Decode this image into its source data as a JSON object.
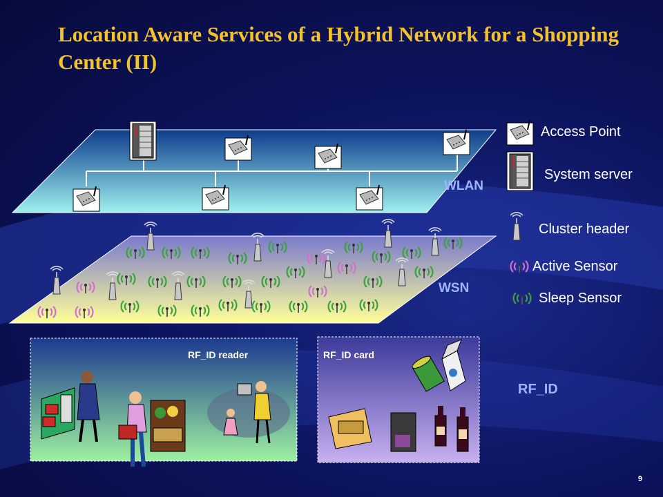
{
  "slide": {
    "title": "Location Aware Services of a Hybrid Network for a Shopping Center (II)",
    "page_number": "9"
  },
  "layers": {
    "wlan": "WLAN",
    "wsn": "WSN",
    "rfid": "RF_ID"
  },
  "legend": {
    "access_point": "Access Point",
    "system_server": "System server",
    "cluster_header": "Cluster header",
    "active_sensor": "Active Sensor",
    "sleep_sensor": "Sleep Sensor"
  },
  "panels": {
    "reader_caption": "RF_ID reader",
    "card_caption": "RF_ID card"
  },
  "colors": {
    "title": "#f2c230",
    "active_sensor": "#d070c8",
    "sleep_sensor": "#3aa23a",
    "wlan_plane_top": "#0e3c8c",
    "wlan_plane_bottom": "#9ff0f0",
    "wsn_plane_top": "#7a7acd",
    "wsn_plane_bottom": "#ffff99"
  }
}
